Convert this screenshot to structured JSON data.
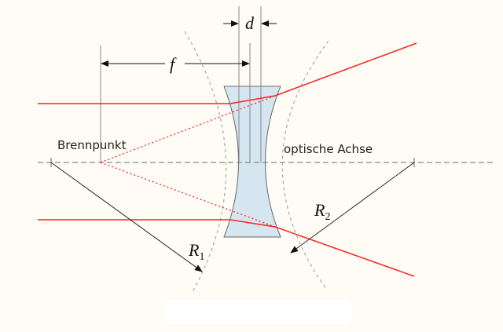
{
  "diagram": {
    "labels": {
      "focal_point": "Brennpunkt",
      "optical_axis": "optische Achse",
      "focal_length": "f",
      "thickness": "d",
      "radius1": "R",
      "radius1_sub": "1",
      "radius2": "R",
      "radius2_sub": "2"
    },
    "colors": {
      "background": "#fffcf5",
      "lens_fill": "#d5e6f0",
      "ray": "#ff2020",
      "construction": "#777777"
    }
  }
}
